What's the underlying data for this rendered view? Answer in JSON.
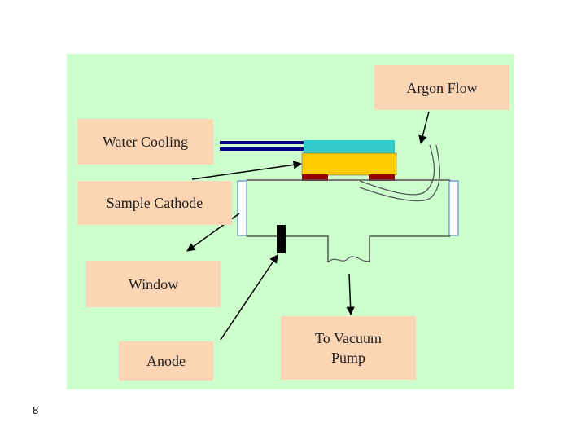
{
  "labels": {
    "argon_flow": "Argon Flow",
    "water_cooling": "Water Cooling",
    "sample_cathode": "Sample Cathode",
    "window": "Window",
    "anode": "Anode",
    "to_vacuum_pump": "To Vacuum\nPump"
  },
  "page_number": "8",
  "colors": {
    "background": "#ccffcc",
    "label_box": "#fcd5b4",
    "cooling_block": "#33cccc",
    "cathode": "#ffcc00",
    "cathode_contacts": "#990000",
    "water_pipes": "#000080",
    "window_frame": "#4472c4",
    "chamber_line": "#808080",
    "anode": "#000000"
  }
}
